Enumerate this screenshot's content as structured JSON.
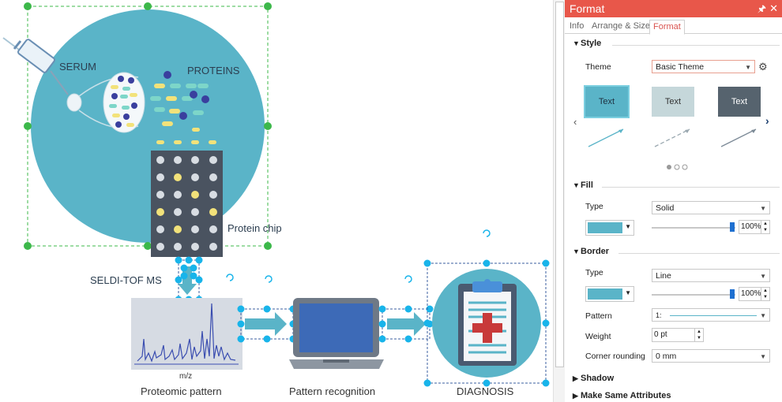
{
  "diagram": {
    "serum_label": "SERUM",
    "proteins_label": "PROTEINS",
    "chip_label": "Protein chip",
    "seldi_label": "SELDI-TOF MS",
    "mz_label": "m/z",
    "proteomic_label": "Proteomic pattern",
    "recognition_label": "Pattern recognition",
    "diagnosis_label": "DIAGNOSIS"
  },
  "panel": {
    "title": "Format",
    "pin_icon": "pin-icon",
    "close_icon": "close-icon",
    "tabs": [
      "Info",
      "Arrange & Size",
      "Format"
    ],
    "active_tab": "Format",
    "style": {
      "header": "Style",
      "theme_label": "Theme",
      "theme_value": "Basic Theme",
      "theme_samples": [
        {
          "text": "Text",
          "color": "#5ab4c8"
        },
        {
          "text": "Text",
          "color": "#c5d7da"
        },
        {
          "text": "Text",
          "color": "#56636e"
        }
      ]
    },
    "fill": {
      "header": "Fill",
      "type_label": "Type",
      "type_value": "Solid",
      "color": "#5ab4c8",
      "opacity": "100%",
      "opacity_level": 1.0
    },
    "border": {
      "header": "Border",
      "type_label": "Type",
      "type_value": "Line",
      "color": "#5ab4c8",
      "opacity": "100%",
      "opacity_level": 1.0,
      "pattern_label": "Pattern",
      "pattern_value": "1:",
      "weight_label": "Weight",
      "weight_value": "0 pt",
      "corner_label": "Corner rounding",
      "corner_value": "0 mm"
    },
    "shadow": {
      "header": "Shadow"
    },
    "same_attr": {
      "header": "Make Same Attributes"
    }
  }
}
